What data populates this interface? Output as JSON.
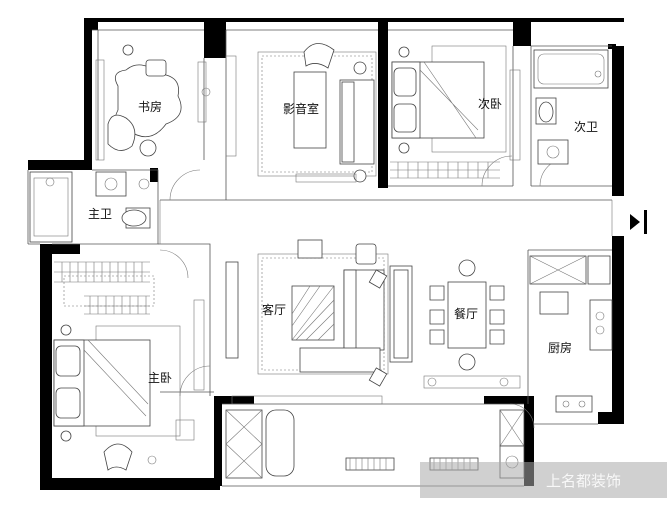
{
  "rooms": {
    "study": "书房",
    "theater": "影音室",
    "second_bedroom": "次卧",
    "second_bath": "次卫",
    "main_bath": "主卫",
    "living": "客厅",
    "dining": "餐厅",
    "kitchen": "厨房",
    "master_bedroom": "主卧"
  },
  "watermark": "上名都装饰",
  "colors": {
    "wall": "#000000",
    "line": "#555555",
    "background": "#ffffff"
  }
}
